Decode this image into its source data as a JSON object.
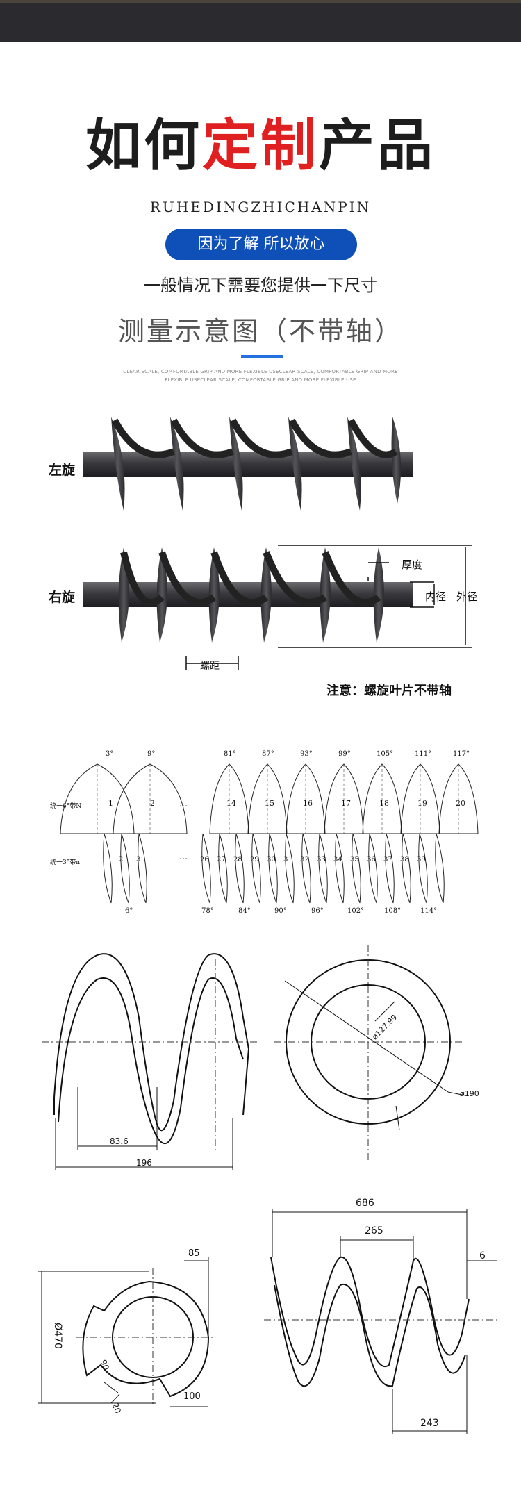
{
  "header": {
    "title_part1": "如何",
    "title_part2": "定制",
    "title_part3": "产品",
    "pinyin": "RUHEDINGZHICHANPIN",
    "pill": "因为了解 所以放心",
    "subtitle1": "一般情况下需要您提供一下尺寸",
    "subtitle2": "测量示意图（不带轴）",
    "fine1": "CLEAR SCALE, COMFORTABLE GRIP AND MORE FLEXIBLE USECLEAR SCALE, COMFORTABLE GRIP AND MORE",
    "fine2": "FLEXIBLE USECLEAR SCALE, COMFORTABLE GRIP AND MORE FLEXIBLE USE",
    "accent": "#e02020",
    "pill_color": "#0f4fb8"
  },
  "screw_photo": {
    "left_label": "左旋",
    "right_label": "右旋",
    "thickness": "厚度",
    "inner_dia": "内径",
    "outer_dia": "外径",
    "pitch": "螺距",
    "note": "注意：螺旋叶片不带轴"
  },
  "blade_diagram": {
    "top_angles": [
      "3°",
      "9°",
      "81°",
      "87°",
      "93°",
      "99°",
      "105°",
      "111°",
      "117°"
    ],
    "bottom_angles": [
      "6°",
      "78°",
      "84°",
      "90°",
      "96°",
      "102°",
      "108°",
      "114°"
    ],
    "top_numbers": [
      "1",
      "2",
      "14",
      "15",
      "16",
      "17",
      "18",
      "19",
      "20"
    ],
    "bottom_numbers": [
      "1",
      "2",
      "3",
      "26",
      "27",
      "28",
      "29",
      "30",
      "31",
      "32",
      "33",
      "34",
      "35",
      "36",
      "37",
      "38",
      "39"
    ],
    "row1_label": "统一6°带N",
    "row2_label": "统一3°带n",
    "ellipsis": "…"
  },
  "drawing1": {
    "dim_pitch": "83.6",
    "dim_length": "196"
  },
  "drawing2": {
    "dim_inner": "ø127.99",
    "dim_outer": "ø190"
  },
  "drawing3": {
    "dim_dia": "Ø470",
    "dim_top": "85",
    "dim_bottom": "100",
    "dim_angle": "90",
    "dim_gap": "20"
  },
  "drawing4": {
    "dim_total": "686",
    "dim_pitch": "265",
    "dim_thick": "6",
    "dim_bottom": "243"
  }
}
